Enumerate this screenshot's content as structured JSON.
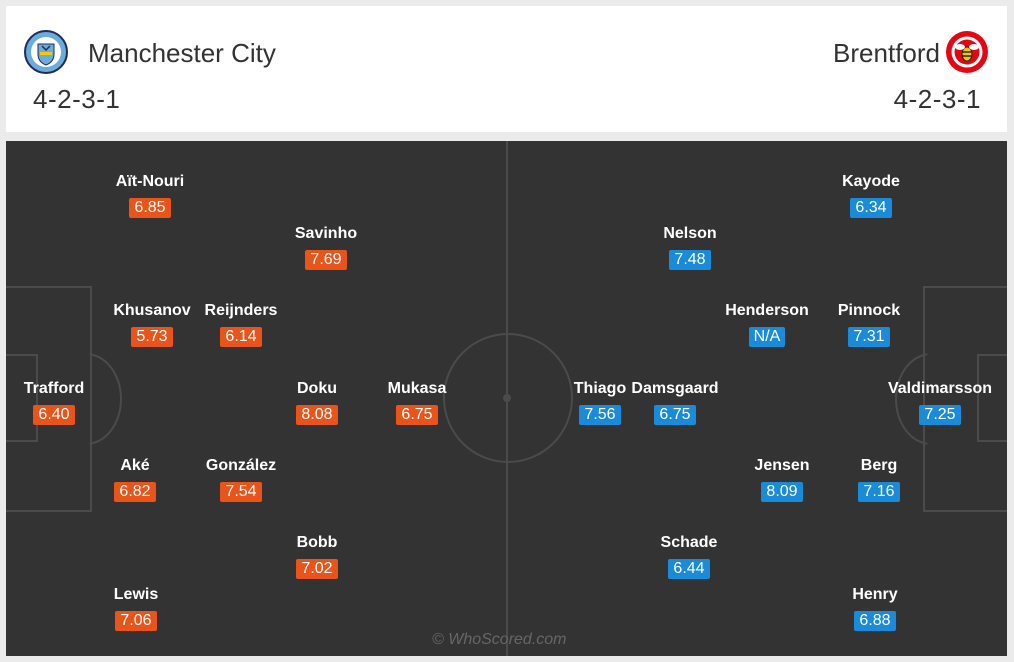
{
  "home": {
    "name": "Manchester City",
    "formation": "4-2-3-1",
    "players": [
      {
        "name": "Aït-Nouri",
        "rating": "6.85"
      },
      {
        "name": "Savinho",
        "rating": "7.69"
      },
      {
        "name": "Khusanov",
        "rating": "5.73"
      },
      {
        "name": "Reijnders",
        "rating": "6.14"
      },
      {
        "name": "Trafford",
        "rating": "6.40"
      },
      {
        "name": "Doku",
        "rating": "8.08"
      },
      {
        "name": "Mukasa",
        "rating": "6.75"
      },
      {
        "name": "Aké",
        "rating": "6.82"
      },
      {
        "name": "González",
        "rating": "7.54"
      },
      {
        "name": "Bobb",
        "rating": "7.02"
      },
      {
        "name": "Lewis",
        "rating": "7.06"
      }
    ]
  },
  "away": {
    "name": "Brentford",
    "formation": "4-2-3-1",
    "players": [
      {
        "name": "Kayode",
        "rating": "6.34"
      },
      {
        "name": "Nelson",
        "rating": "7.48"
      },
      {
        "name": "Henderson",
        "rating": "N/A"
      },
      {
        "name": "Pinnock",
        "rating": "7.31"
      },
      {
        "name": "Thiago",
        "rating": "7.56"
      },
      {
        "name": "Damsgaard",
        "rating": "6.75"
      },
      {
        "name": "Valdimarsson",
        "rating": "7.25"
      },
      {
        "name": "Jensen",
        "rating": "8.09"
      },
      {
        "name": "Berg",
        "rating": "7.16"
      },
      {
        "name": "Schade",
        "rating": "6.44"
      },
      {
        "name": "Henry",
        "rating": "6.88"
      }
    ]
  },
  "credit": "© WhoScored.com",
  "colors": {
    "home_rating": "#e8541a",
    "away_rating": "#1a8bd8",
    "pitch": "#333333"
  },
  "icons": {
    "home_crest": "man-city-crest-icon",
    "away_crest": "brentford-crest-icon"
  }
}
